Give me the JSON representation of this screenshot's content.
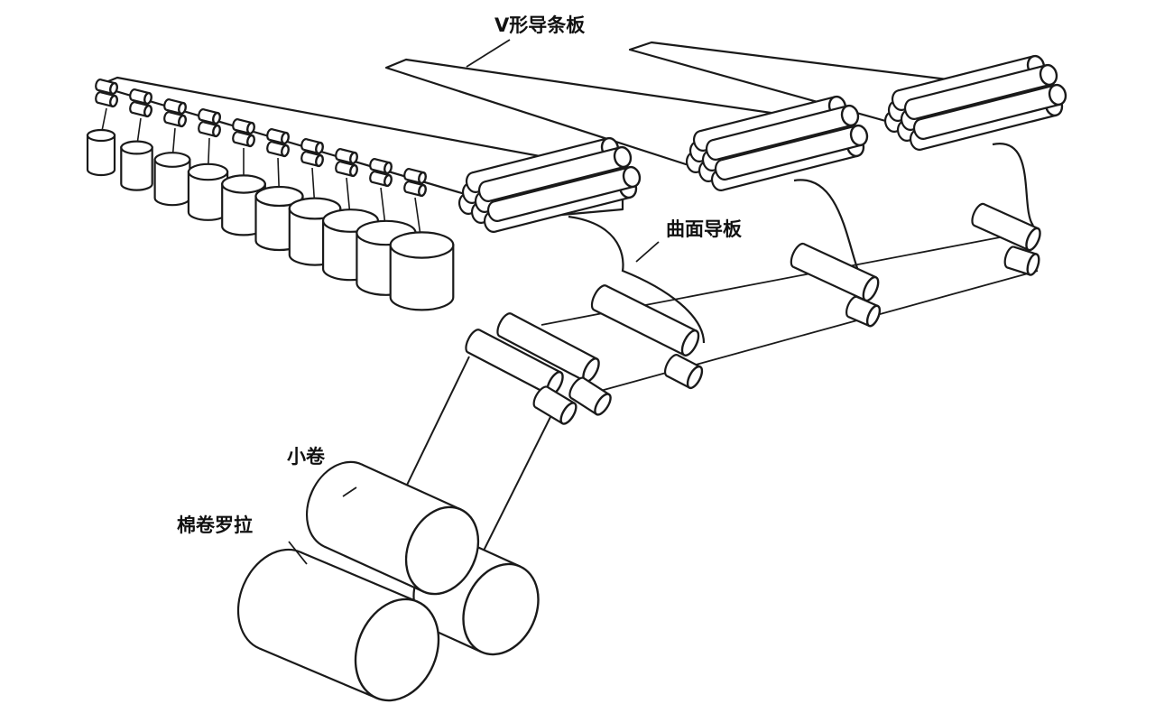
{
  "labels": {
    "v_guide_plate": "V形导条板",
    "curved_guide_plate": "曲面导板",
    "small_lap": "小卷",
    "lap_roller": "棉卷罗拉"
  },
  "colors": {
    "line": "#1a1a1a",
    "background": "#ffffff"
  }
}
